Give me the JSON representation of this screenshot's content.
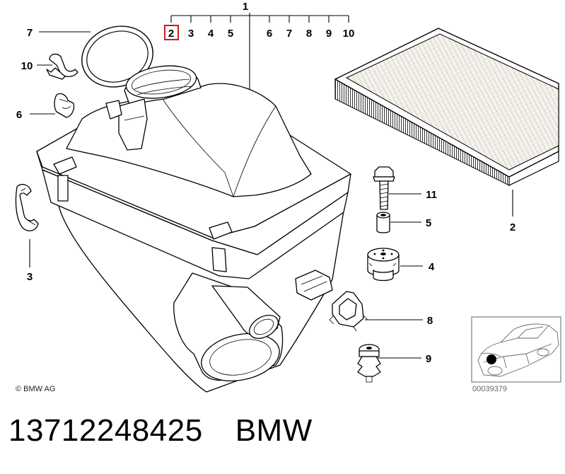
{
  "diagram": {
    "main_callout": "1",
    "main_group": [
      "2",
      "3",
      "4",
      "5",
      "6",
      "7",
      "8",
      "9",
      "10"
    ],
    "highlighted": "2",
    "callouts": {
      "gasket": "7",
      "clip_top": "10",
      "bracket": "6",
      "clip_left": "3",
      "filter": "2",
      "bolt": "11",
      "sleeve": "5",
      "mount": "4",
      "grommet": "8",
      "rivet": "9"
    },
    "copyright": "© BMW AG",
    "image_number": "00039379",
    "highlight_color": "#d11a1a"
  },
  "footer": {
    "part_number": "13712248425",
    "brand": "BMW"
  }
}
